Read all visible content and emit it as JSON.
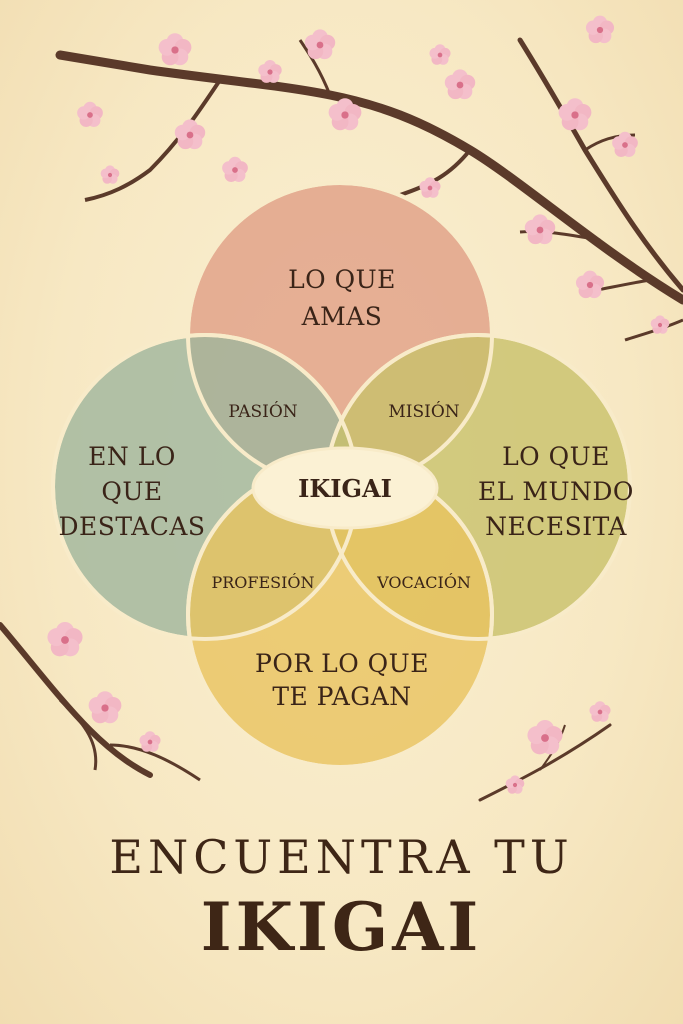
{
  "circles": {
    "top": {
      "lines": [
        "LO QUE",
        "AMAS"
      ],
      "color": "#e2a38a"
    },
    "left": {
      "lines": [
        "EN LO",
        "QUE",
        "DESTACAS"
      ],
      "color": "#9fb59c"
    },
    "right": {
      "lines": [
        "LO QUE",
        "EL MUNDO",
        "NECESITA"
      ],
      "color": "#c8c06a"
    },
    "bottom": {
      "lines": [
        "POR LO QUE",
        "TE PAGAN"
      ],
      "color": "#e8c35f"
    }
  },
  "overlaps": {
    "passion": "PASIÓN",
    "mission": "MISIÓN",
    "profession": "PROFESIÓN",
    "vocation": "VOCACIÓN"
  },
  "center": "IKIGAI",
  "title": {
    "line1": "ENCUENTRA TU",
    "line2": "IKIGAI"
  },
  "colors": {
    "branch": "#5b3a2a",
    "blossom": "#f0b7c3",
    "blossom_center": "#d9708a",
    "text": "#3a2418"
  }
}
